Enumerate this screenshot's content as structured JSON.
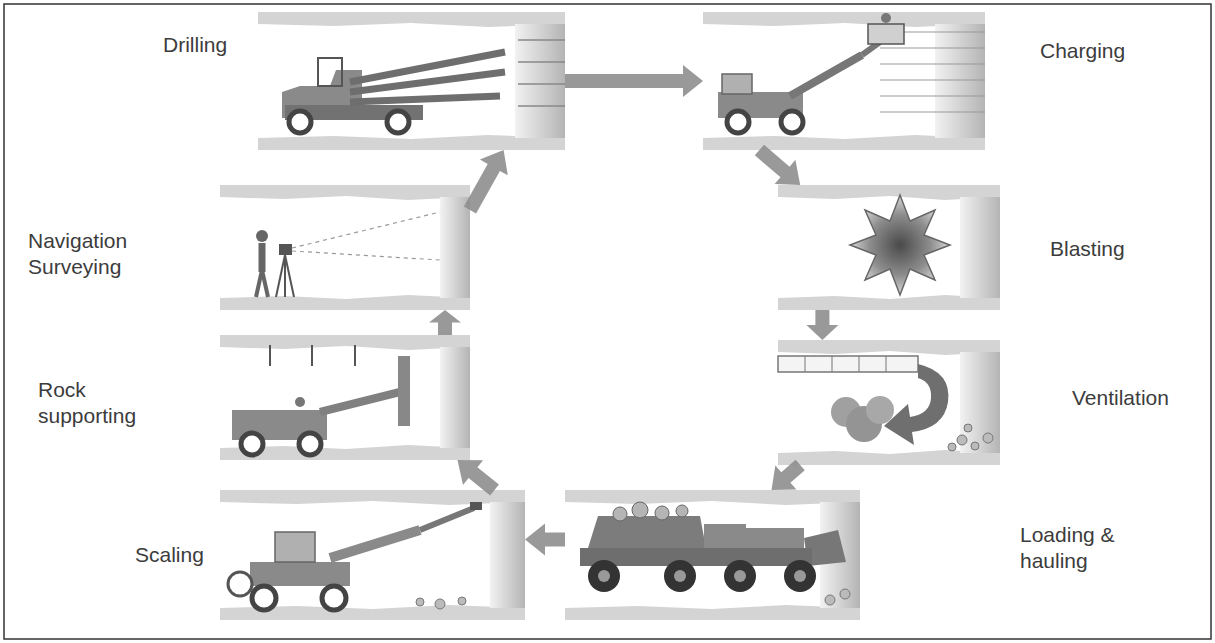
{
  "diagram": {
    "nodes": [
      {
        "text": [
          "Drilling"
        ]
      },
      {
        "text": [
          "Charging"
        ]
      },
      {
        "text": [
          "Blasting"
        ]
      },
      {
        "text": [
          "Ventilation"
        ]
      },
      {
        "text": [
          "Loading & hauling"
        ]
      },
      {
        "text": [
          "Scaling"
        ]
      },
      {
        "text": [
          "Rock supporting"
        ]
      },
      {
        "text": [
          "Navigation Surveying"
        ]
      }
    ],
    "edges": [
      {
        "from": 0,
        "to": 1,
        "arrow": "to"
      },
      {
        "from": 1,
        "to": 2,
        "arrow": "to"
      },
      {
        "from": 2,
        "to": 3,
        "arrow": "to"
      },
      {
        "from": 3,
        "to": 4,
        "arrow": "to"
      },
      {
        "from": 4,
        "to": 5,
        "arrow": "to"
      },
      {
        "from": 5,
        "to": 6,
        "arrow": "to"
      },
      {
        "from": 6,
        "to": 7,
        "arrow": "to"
      },
      {
        "from": 7,
        "to": 0,
        "arrow": "to"
      }
    ]
  }
}
